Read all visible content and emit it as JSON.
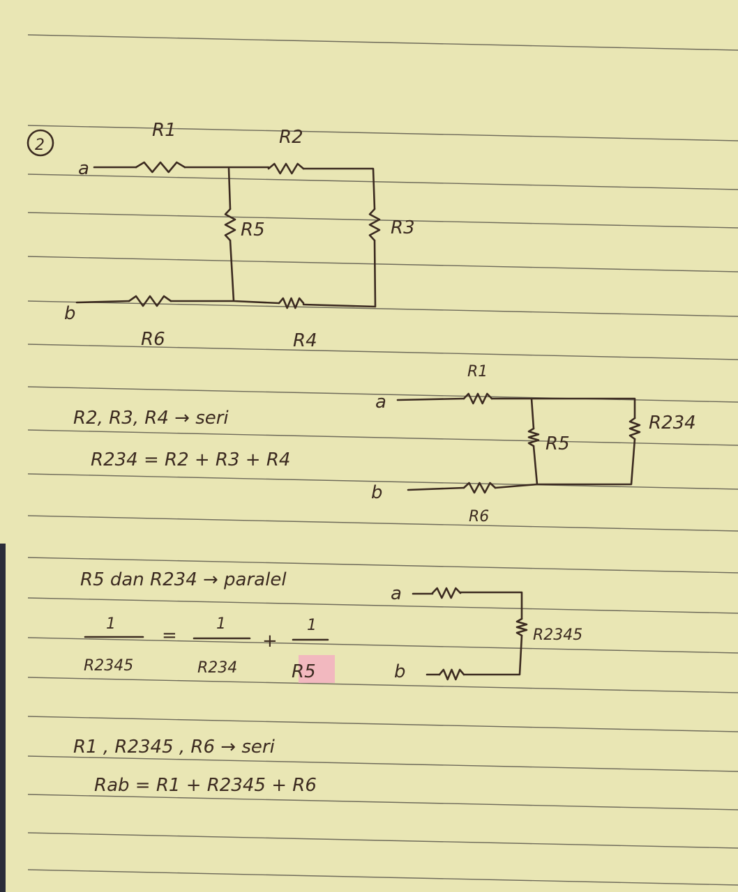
{
  "problem_number": "2",
  "circuit1": {
    "a": "a",
    "b": "b",
    "r1": "R1",
    "r2": "R2",
    "r3": "R3",
    "r4": "R4",
    "r5": "R5",
    "r6": "R6"
  },
  "step1": {
    "statement": "R2, R3, R4 → seri",
    "equation": "R234 = R2 + R3 + R4"
  },
  "circuit2": {
    "a": "a",
    "b": "b",
    "r1": "R1",
    "r5": "R5",
    "r234": "R234",
    "r6": "R6"
  },
  "step2": {
    "statement": "R5 dan R234 → paralel",
    "num1": "1",
    "den1": "R2345",
    "eq": "=",
    "num2": "1",
    "den2": "R234",
    "plus": "+",
    "num3": "1",
    "den3": "R5",
    "highlight_color": "#f2b8bf"
  },
  "circuit3": {
    "a": "a",
    "b": "b",
    "r2345": "R2345"
  },
  "step3": {
    "statement": "R1 , R2345 , R6 → seri",
    "equation": "Rab = R1 + R2345 + R6"
  }
}
